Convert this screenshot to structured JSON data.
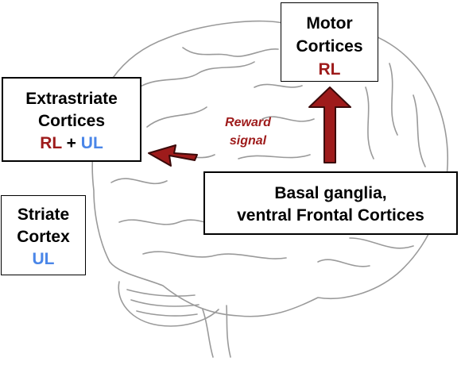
{
  "colors": {
    "rl": "#9e1b1b",
    "ul": "#4a86e8",
    "arrow": "#9e1b1b",
    "brain_outline": "#9a9a9a"
  },
  "motor": {
    "line1": "Motor",
    "line2": "Cortices",
    "tag": "RL"
  },
  "extrastriate": {
    "line1": "Extrastriate",
    "line2": "Cortices",
    "tag_rl": "RL",
    "plus": "+",
    "tag_ul": "UL"
  },
  "striate": {
    "line1": "Striate",
    "line2": "Cortex",
    "tag": "UL"
  },
  "basal": {
    "line1": "Basal ganglia,",
    "line2": "ventral Frontal Cortices"
  },
  "reward": {
    "line1": "Reward",
    "line2": "signal"
  },
  "icons": [
    "brain-illustration",
    "arrow-up-icon",
    "arrow-left-icon"
  ]
}
